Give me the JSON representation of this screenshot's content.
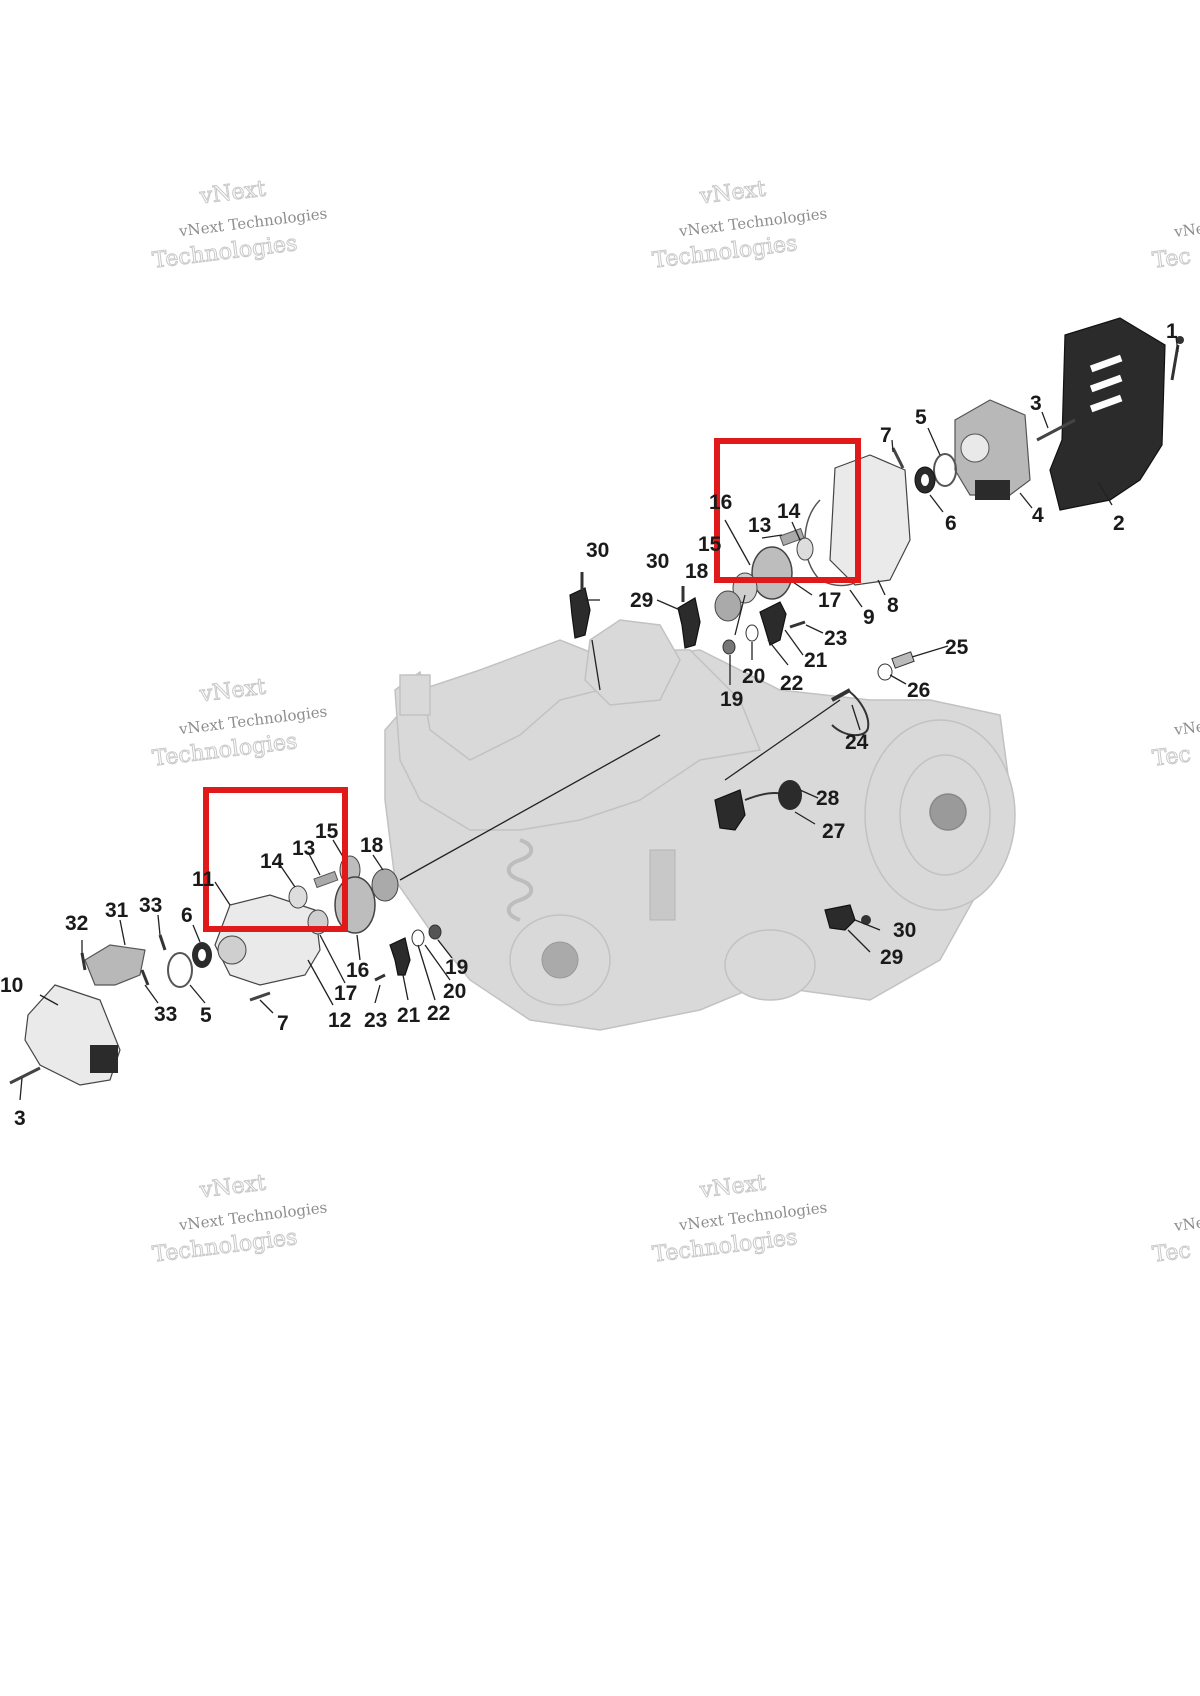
{
  "watermark": {
    "line1": "vNext Technologies",
    "line2": "Technologies",
    "top": "vNext",
    "cut_line1": "vNe",
    "cut_line2": "Tec"
  },
  "colors": {
    "highlight": "#e01a1a",
    "engine": "#d9d9d9",
    "dark_part": "#2b2b2b"
  },
  "callouts": {
    "c1": "1",
    "c2": "2",
    "c3a": "3",
    "c3b": "3",
    "c4": "4",
    "c5a": "5",
    "c5b": "5",
    "c6a": "6",
    "c6b": "6",
    "c7a": "7",
    "c7b": "7",
    "c8": "8",
    "c9": "9",
    "c10": "10",
    "c11": "11",
    "c12": "12",
    "c13a": "13",
    "c13b": "13",
    "c14a": "14",
    "c14b": "14",
    "c15a": "15",
    "c15b": "15",
    "c16a": "16",
    "c16b": "16",
    "c17a": "17",
    "c17b": "17",
    "c18a": "18",
    "c18b": "18",
    "c19a": "19",
    "c19b": "19",
    "c20a": "20",
    "c20b": "20",
    "c21a": "21",
    "c21b": "21",
    "c22a": "22",
    "c22b": "22",
    "c23a": "23",
    "c23b": "23",
    "c24": "24",
    "c25": "25",
    "c26": "26",
    "c27": "27",
    "c28": "28",
    "c29a": "29",
    "c29b": "29",
    "c30a": "30",
    "c30b": "30",
    "c30c": "30",
    "c31": "31",
    "c32": "32",
    "c33a": "33",
    "c33b": "33"
  },
  "highlight_boxes": [
    {
      "name": "upper-highlight",
      "color": "#e01a1a"
    },
    {
      "name": "lower-highlight",
      "color": "#e01a1a"
    }
  ]
}
